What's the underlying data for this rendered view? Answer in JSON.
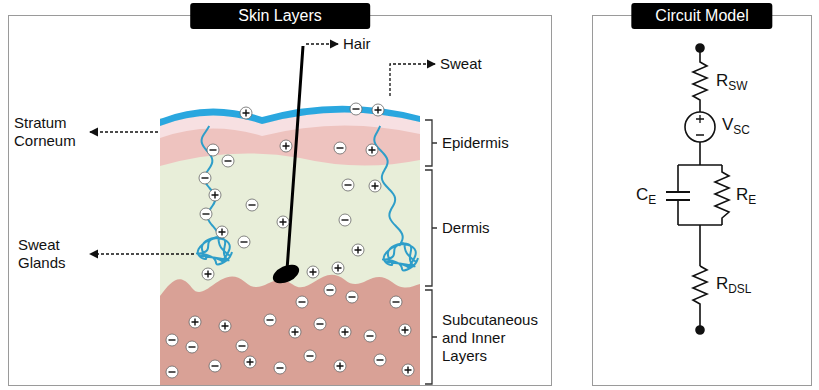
{
  "diagram": {
    "nodes": [
      {
        "text": [
          "Skin Layers"
        ]
      },
      {
        "text": [
          "Circuit Model"
        ]
      }
    ],
    "labels": [
      "Hair",
      "Sweat",
      "Stratum Corneum",
      "Epidermis",
      "Dermis",
      "Sweat Glands",
      "Subcutaneous and Inner Layers",
      "RSW",
      "VSC",
      "CE",
      "RE",
      "RDSL"
    ]
  }
}
